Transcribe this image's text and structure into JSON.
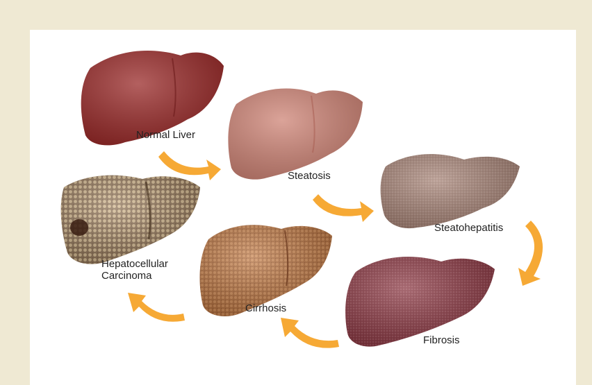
{
  "stages": [
    {
      "id": "normal",
      "label": "Normal Liver",
      "color": "#9a2b2a"
    },
    {
      "id": "steatosis",
      "label": "Steatosis",
      "color": "#cf8577"
    },
    {
      "id": "steatohepatitis",
      "label": "Steatohepatitis",
      "color": "#a78477"
    },
    {
      "id": "fibrosis",
      "label": "Fibrosis",
      "color": "#8d3a45"
    },
    {
      "id": "cirrhosis",
      "label": "Cirrhosis",
      "color": "#b06e3e"
    },
    {
      "id": "hcc",
      "label_line1": "Hepatocellular",
      "label_line2": "Carcinoma",
      "color": "#8f7458"
    }
  ],
  "colors": {
    "page_background": "#efe9d3",
    "panel_background": "#ffffff",
    "arrow": "#f6a935",
    "label_text": "#222222"
  }
}
